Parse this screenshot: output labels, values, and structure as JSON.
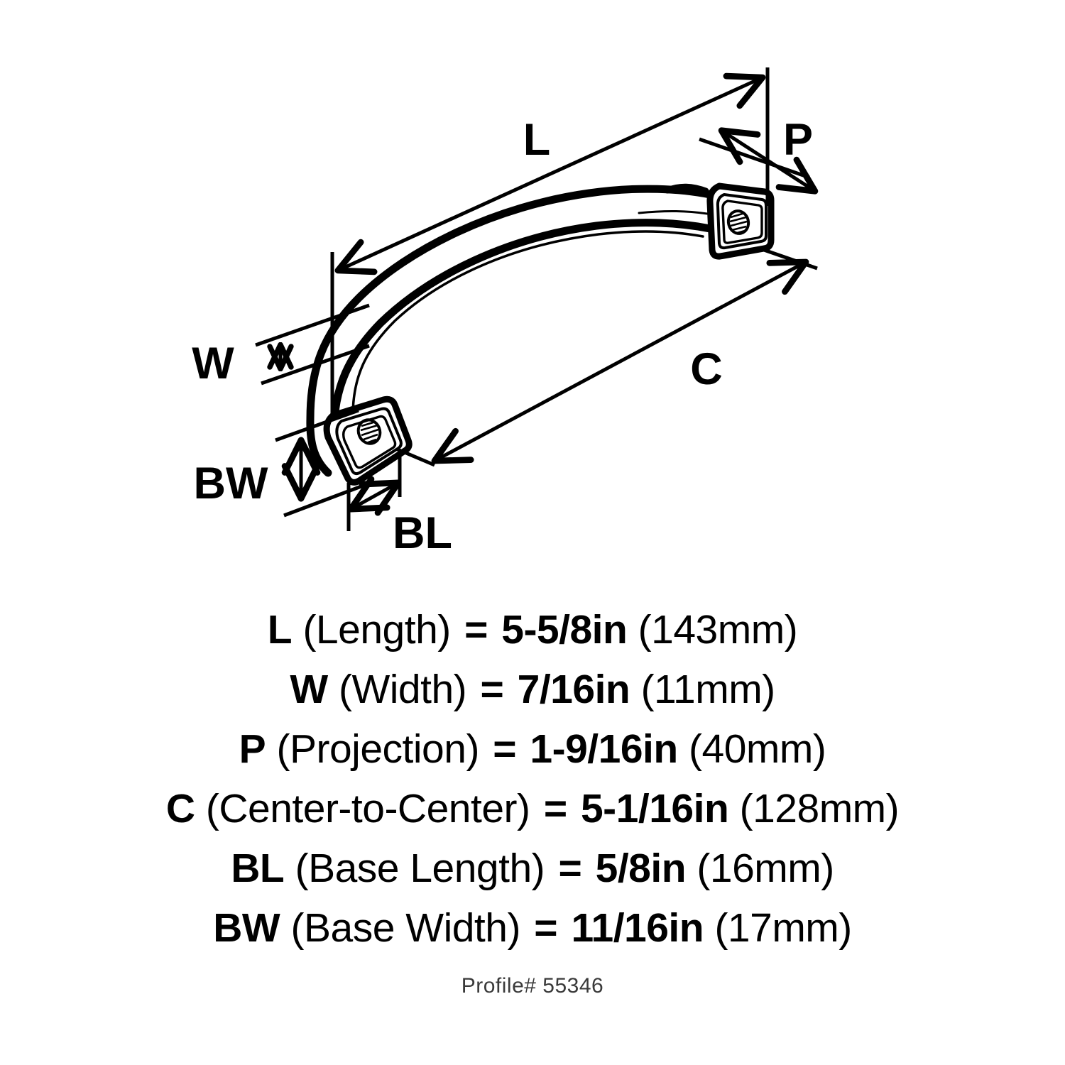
{
  "diagram": {
    "title": "Cabinet pull dimension diagram",
    "dimension_labels": {
      "L": "L",
      "W": "W",
      "P": "P",
      "C": "C",
      "BL": "BL",
      "BW": "BW"
    }
  },
  "specs": [
    {
      "symbol": "L",
      "name": "(Length)",
      "equals": "=",
      "value": "5-5/8in",
      "metric": "(143mm)"
    },
    {
      "symbol": "W",
      "name": "(Width)",
      "equals": "=",
      "value": "7/16in",
      "metric": "(11mm)"
    },
    {
      "symbol": "P",
      "name": "(Projection)",
      "equals": "=",
      "value": "1-9/16in",
      "metric": "(40mm)"
    },
    {
      "symbol": "C",
      "name": "(Center-to-Center)",
      "equals": "=",
      "value": "5-1/16in",
      "metric": "(128mm)"
    },
    {
      "symbol": "BL",
      "name": "(Base Length)",
      "equals": "=",
      "value": "5/8in",
      "metric": "(16mm)"
    },
    {
      "symbol": "BW",
      "name": "(Base Width)",
      "equals": "=",
      "value": "11/16in",
      "metric": "(17mm)"
    }
  ],
  "profile": {
    "text": "Profile# 55346"
  },
  "colors": {
    "line": "#000000",
    "background": "#ffffff",
    "profile_text": "#3a3a3a"
  }
}
